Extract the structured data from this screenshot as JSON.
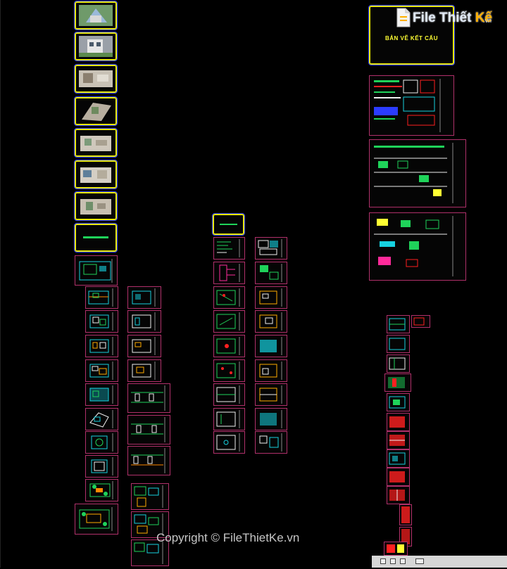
{
  "canvas": {
    "background": "#000000"
  },
  "cover_title": "BẢN VẼ KẾT CẤU",
  "watermark": {
    "logo_main": "File Thiết ",
    "logo_accent": "Kế",
    "logo_tld": ".vn",
    "copyright": "Copyright © FileThietKe.vn"
  },
  "colors": {
    "frame_yellow": "#e8e800",
    "frame_blue": "#2b3cff",
    "frame_magenta": "#b0306a",
    "drawing_green": "#1fd35a",
    "drawing_cyan": "#16d1e0",
    "drawing_red": "#ff2020",
    "drawing_white": "#f0f0f0"
  },
  "icons": [
    "file-logo-icon"
  ]
}
